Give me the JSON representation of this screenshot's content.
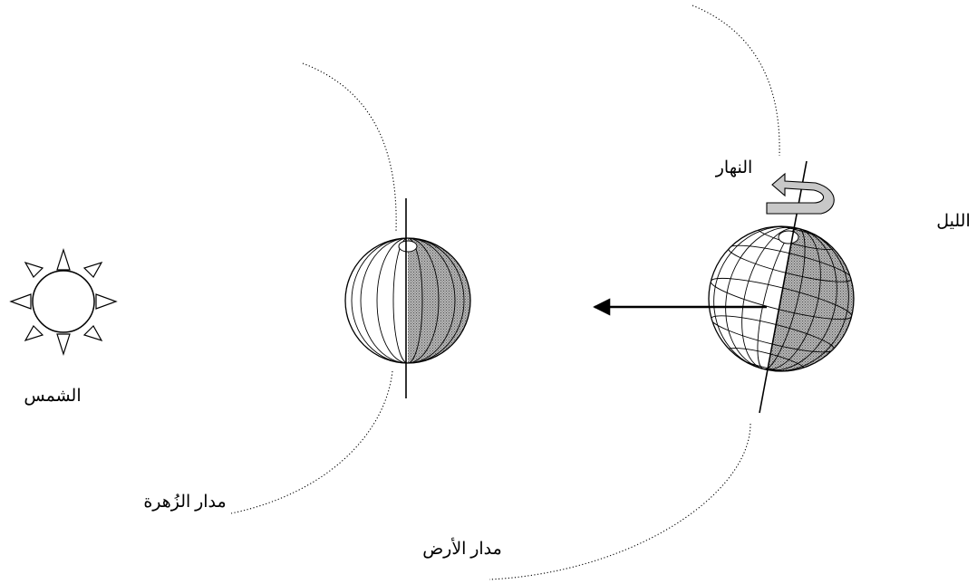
{
  "labels": {
    "sun": "الشمس",
    "venus_orbit": "مدار الزُهرة",
    "earth_orbit": "مدار الأرض",
    "day": "النهار",
    "night": "الليل"
  },
  "colors": {
    "ink": "#000000",
    "night_shade": "#9a9a9a",
    "rotation_arrow_fill": "#c8c8c8",
    "background": "#ffffff"
  }
}
